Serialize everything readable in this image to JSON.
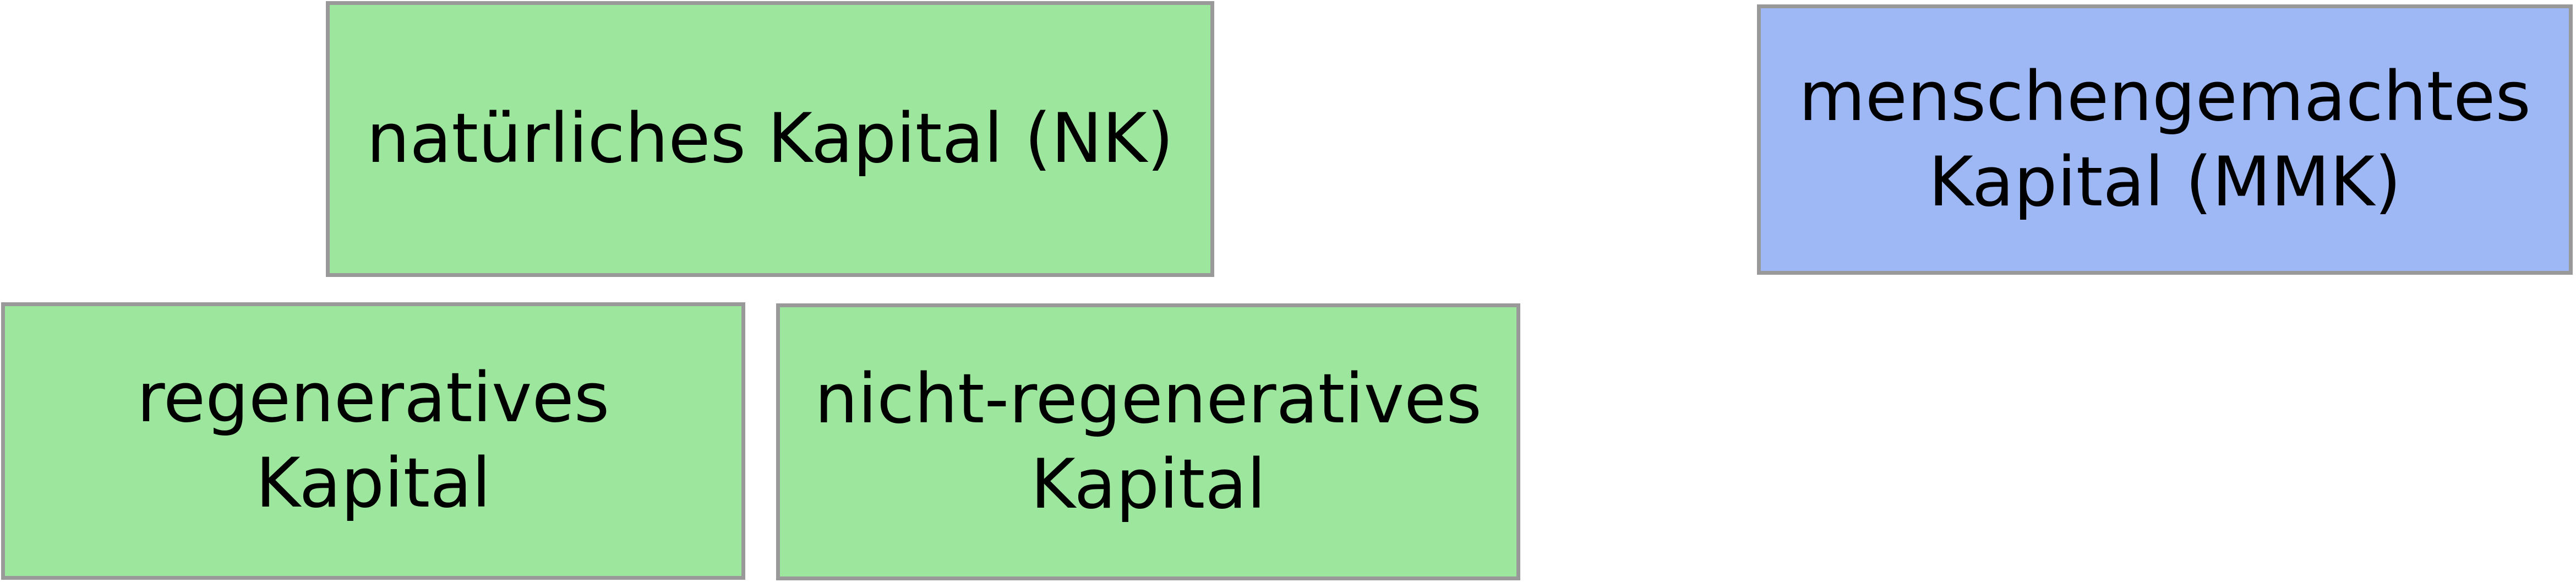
{
  "colors": {
    "natural_fill": "#9de69d",
    "man_made_fill": "#9eb8f5",
    "border": "#999999",
    "text": "#000000"
  },
  "natural_capital": {
    "label": "natürliches Kapital (NK)"
  },
  "regenerative": {
    "line1": "regeneratives",
    "line2": "Kapital"
  },
  "non_regenerative": {
    "line1": "nicht-regeneratives",
    "line2": "Kapital"
  },
  "man_made_capital": {
    "line1": "menschengemachtes",
    "line2": "Kapital (MMK)"
  }
}
